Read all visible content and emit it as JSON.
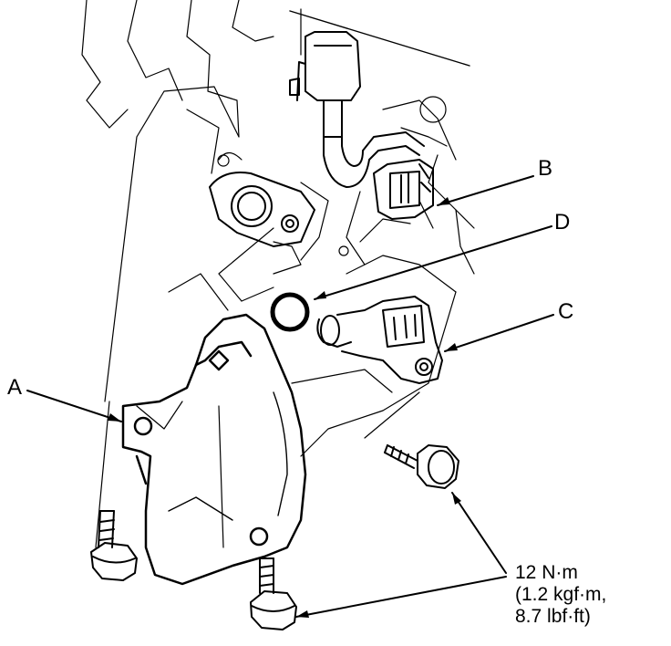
{
  "callouts": {
    "a": "A",
    "b": "B",
    "c": "C",
    "d": "D"
  },
  "torque": {
    "line1": "12 N·m",
    "line2": "(1.2 kgf·m,",
    "line3": "8.7 lbf·ft)"
  },
  "colors": {
    "ink": "#000000",
    "background": "#ffffff"
  }
}
